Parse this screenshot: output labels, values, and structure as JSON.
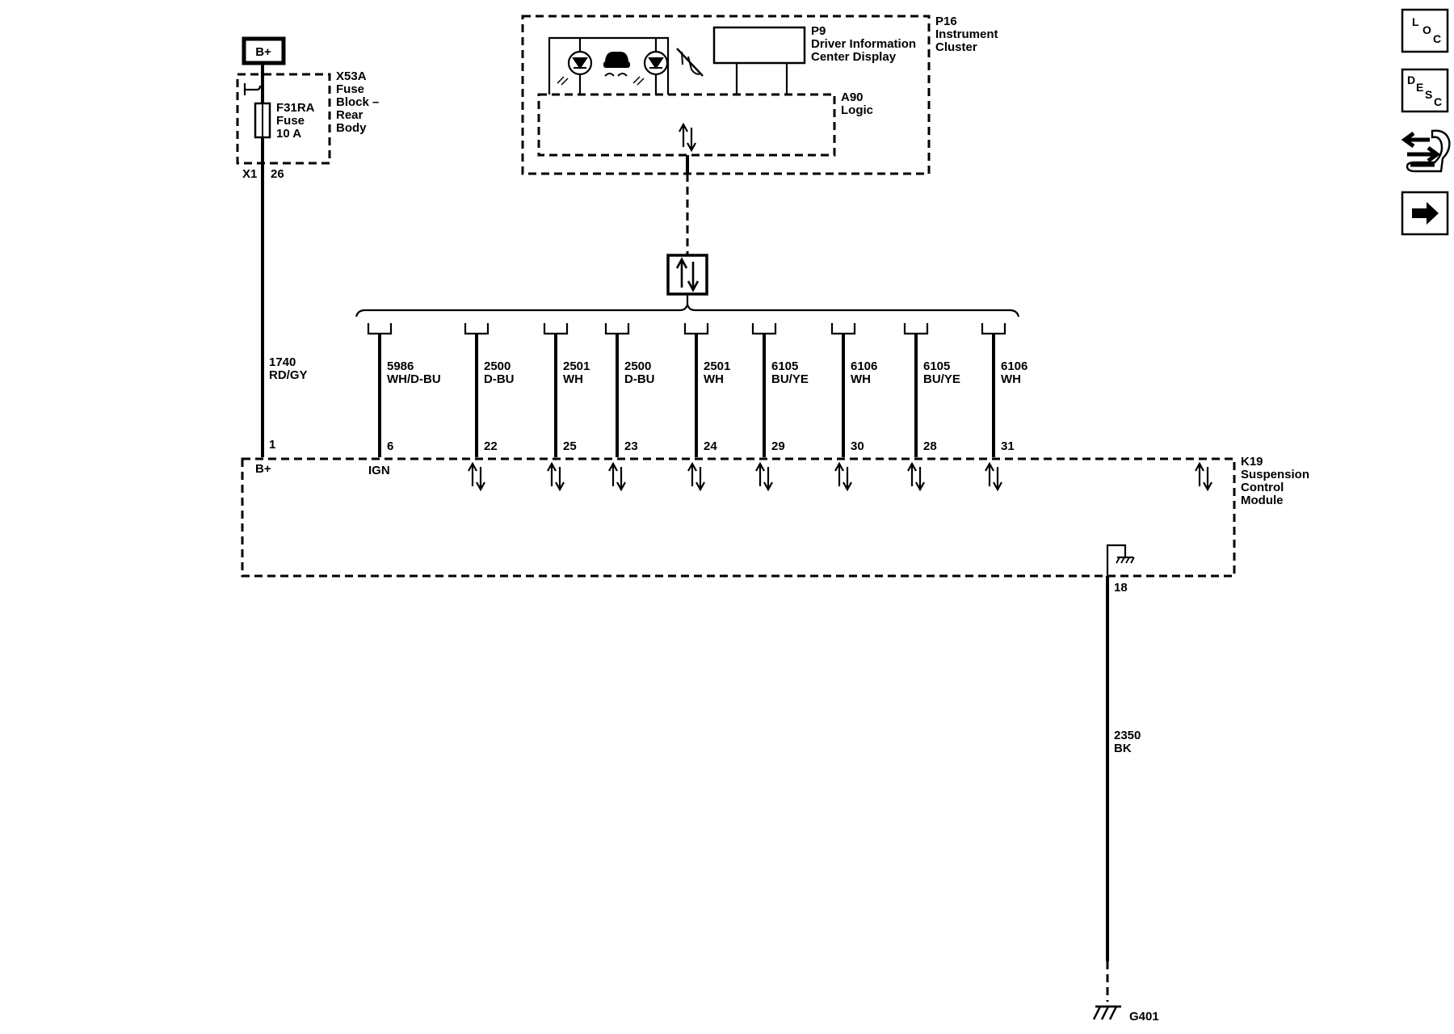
{
  "power_source": {
    "label": "B+"
  },
  "fuse_block": {
    "ref": "X53A",
    "name_lines": [
      "Fuse",
      "Block –",
      "Rear",
      "Body"
    ],
    "fuse_lines": [
      "F31RA",
      "Fuse",
      "10 A"
    ],
    "connector": "X1",
    "pin": "26"
  },
  "power_wire": {
    "circuit": "1740",
    "color": "RD/GY",
    "pin": "1",
    "pin_label": "B+"
  },
  "cluster": {
    "ref": "P16",
    "name_lines": [
      "Instrument",
      "Cluster"
    ],
    "display_ref": "P9",
    "display_lines": [
      "Driver Information",
      "Center Display"
    ],
    "logic_ref": "A90",
    "logic_label": "Logic"
  },
  "module": {
    "ref": "K19",
    "name_lines": [
      "Suspension",
      "Control",
      "Module"
    ]
  },
  "ignition_wire": {
    "circuit": "5986",
    "color": "WH/D-BU",
    "pin": "6",
    "pin_label": "IGN"
  },
  "serial_wires": [
    {
      "circuit": "2500",
      "color": "D-BU",
      "pin": "22"
    },
    {
      "circuit": "2501",
      "color": "WH",
      "pin": "25"
    },
    {
      "circuit": "2500",
      "color": "D-BU",
      "pin": "23"
    },
    {
      "circuit": "2501",
      "color": "WH",
      "pin": "24"
    },
    {
      "circuit": "6105",
      "color": "BU/YE",
      "pin": "29"
    },
    {
      "circuit": "6106",
      "color": "WH",
      "pin": "30"
    },
    {
      "circuit": "6105",
      "color": "BU/YE",
      "pin": "28"
    },
    {
      "circuit": "6106",
      "color": "WH",
      "pin": "31"
    }
  ],
  "ground_wire": {
    "circuit": "2350",
    "color": "BK",
    "pin": "18",
    "ground_ref": "G401"
  },
  "side_icons": [
    {
      "name": "loc-icon",
      "letters": [
        "L",
        "O",
        "C"
      ]
    },
    {
      "name": "desc-icon",
      "letters": [
        "D",
        "E",
        "S",
        "C"
      ]
    },
    {
      "name": "wrench-arrows-icon"
    },
    {
      "name": "next-arrow-icon"
    }
  ]
}
